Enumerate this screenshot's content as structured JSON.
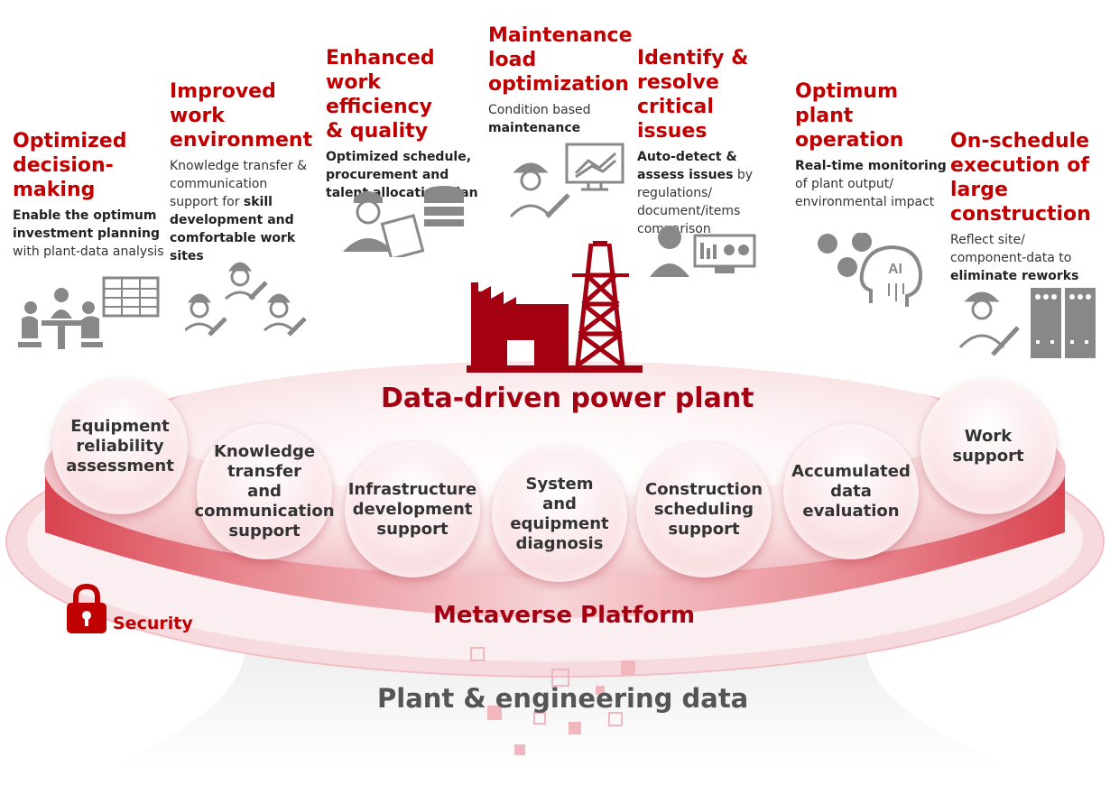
{
  "center_title": "Data-driven power plant",
  "platform_label": "Metaverse Platform",
  "data_label": "Plant & engineering data",
  "security_label": "Security",
  "colors": {
    "brand_red": "#c00000",
    "dark_red": "#a30012",
    "platform_pink": "#f3c6cb",
    "icon_gray": "#888888"
  },
  "benefits": [
    {
      "title": "Optimized\ndecision-\nmaking",
      "desc_bold": "Enable the optimum investment planning",
      "desc_rest": " with plant-data analysis",
      "icon": "meeting-table-icon"
    },
    {
      "title": "Improved\nwork\nenvironment",
      "desc_pre": "Knowledge transfer & communication support for ",
      "desc_bold": "skill development and comfortable work sites",
      "icon": "workers-icon"
    },
    {
      "title": "Enhanced\nwork efficiency\n& quality",
      "desc_bold": "Optimized schedule, procurement and talent allocation plan",
      "icon": "worker-database-icon"
    },
    {
      "title": "Maintenance\nload\noptimization",
      "desc_pre": "Condition based ",
      "desc_bold": "maintenance",
      "icon": "worker-monitor-icon"
    },
    {
      "title": "Identify &\nresolve\ncritical issues",
      "desc_bold": "Auto-detect & assess issues",
      "desc_rest": " by regulations/ document/items comparison",
      "icon": "operator-dashboard-icon"
    },
    {
      "title": "Optimum\nplant\noperation",
      "desc_bold": "Real-time monitoring",
      "desc_rest": " of plant output/ environmental impact",
      "icon": "ai-head-icon",
      "ai_label": "AI"
    },
    {
      "title": "On-schedule\nexecution of\nlarge\nconstruction",
      "desc_pre": "Reflect site/ component-data to ",
      "desc_bold": "eliminate reworks",
      "icon": "worker-cabinet-icon"
    }
  ],
  "supports": [
    "Equipment\nreliability\nassessment",
    "Knowledge\ntransfer\nand\ncommunication\nsupport",
    "Infrastructure\ndevelopment\nsupport",
    "System\nand\nequipment\ndiagnosis",
    "Construction\nscheduling\nsupport",
    "Accumulated\ndata\nevaluation",
    "Work\nsupport"
  ]
}
